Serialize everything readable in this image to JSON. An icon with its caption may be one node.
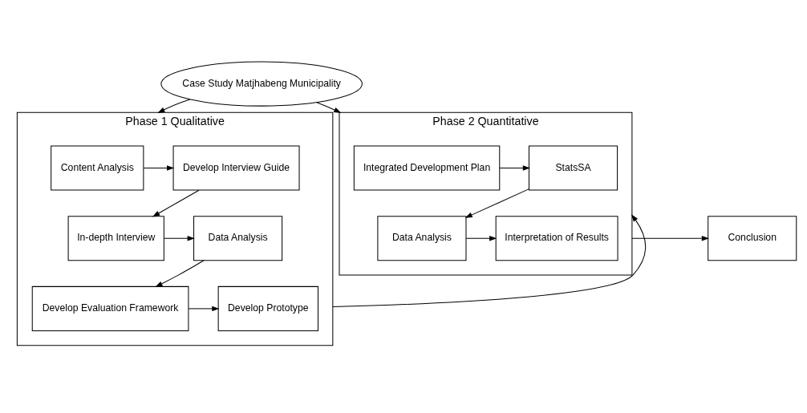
{
  "diagram": {
    "nodes": [
      {
        "text": [
          "Case Study Matjhabeng Municipality"
        ]
      },
      {
        "text": [
          "Phase 1 Qualitative"
        ]
      },
      {
        "text": [
          "Content Analysis"
        ],
        "in": 1
      },
      {
        "text": [
          "Develop Interview Guide"
        ],
        "in": 1
      },
      {
        "text": [
          "In-depth Interview"
        ],
        "in": 1
      },
      {
        "text": [
          "Data Analysis"
        ],
        "in": 1
      },
      {
        "text": [
          "Develop Evaluation Framework"
        ],
        "in": 1
      },
      {
        "text": [
          "Develop Prototype"
        ],
        "in": 1
      },
      {
        "text": [
          "Phase 2 Quantitative"
        ]
      },
      {
        "text": [
          "Integrated Development Plan"
        ],
        "in": 8
      },
      {
        "text": [
          "StatsSA"
        ],
        "in": 8
      },
      {
        "text": [
          "Data Analysis"
        ],
        "in": 8
      },
      {
        "text": [
          "Interpretation of Results"
        ],
        "in": 8
      },
      {
        "text": [
          "Conclusion"
        ]
      }
    ],
    "edges": [
      {
        "from": 0,
        "to": 1,
        "arrow": "to"
      },
      {
        "from": 0,
        "to": 8,
        "arrow": "to"
      },
      {
        "from": 2,
        "to": 3,
        "arrow": "to"
      },
      {
        "from": 3,
        "to": 4,
        "arrow": "to"
      },
      {
        "from": 4,
        "to": 5,
        "arrow": "to"
      },
      {
        "from": 5,
        "to": 6,
        "arrow": "to"
      },
      {
        "from": 6,
        "to": 7,
        "arrow": "to"
      },
      {
        "from": 1,
        "to": 8,
        "arrow": "to"
      },
      {
        "from": 9,
        "to": 10,
        "arrow": "to"
      },
      {
        "from": 10,
        "to": 11,
        "arrow": "to"
      },
      {
        "from": 11,
        "to": 12,
        "arrow": "to"
      },
      {
        "from": 8,
        "to": 13,
        "arrow": "to"
      }
    ]
  }
}
